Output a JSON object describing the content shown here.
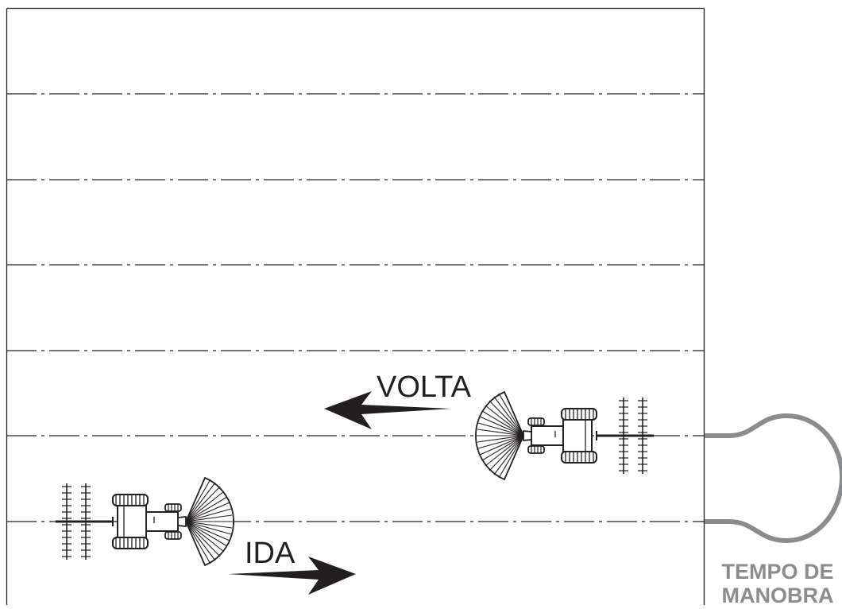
{
  "labels": {
    "return_pass": "VOLTA",
    "outbound_pass": "IDA",
    "maneuver_line1": "TEMPO DE",
    "maneuver_line2": "MANOBRA"
  },
  "colors": {
    "ink": "#231f20",
    "maneuver_path": "#8a8c8e",
    "maneuver_text": "#8a8c8e",
    "background": "#ffffff"
  },
  "field": {
    "pass_divider_count": 6,
    "divider_style": "dash-dot"
  },
  "vehicles": [
    {
      "id": "tractor-volta",
      "heading": "left",
      "implement": "spray fan + disc harrow"
    },
    {
      "id": "tractor-ida",
      "heading": "right",
      "implement": "spray fan + disc harrow"
    }
  ],
  "arrows": [
    {
      "id": "volta",
      "direction": "left"
    },
    {
      "id": "ida",
      "direction": "right"
    }
  ]
}
